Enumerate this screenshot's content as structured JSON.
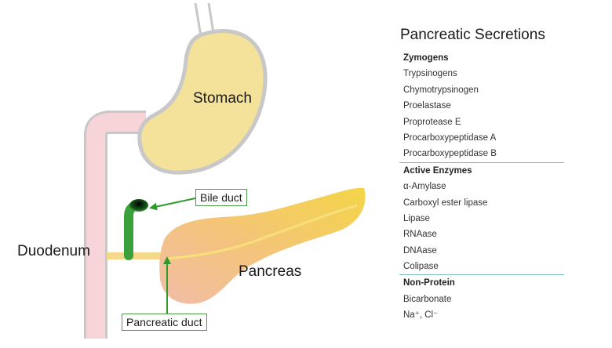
{
  "labels": {
    "stomach": "Stomach",
    "duodenum": "Duodenum",
    "pancreas": "Pancreas",
    "bile_duct": "Bile duct",
    "pancreatic_duct": "Pancreatic duct"
  },
  "secretions": {
    "title": "Pancreatic Secretions",
    "groups": [
      {
        "header": "Zymogens",
        "items": [
          "Trypsinogens",
          "Chymotrypsinogen",
          "Proelastase",
          "Proprotease E",
          "Procarboxypeptidase A",
          "Procarboxypeptidase B"
        ]
      },
      {
        "header": "Active Enzymes",
        "items": [
          "α-Amylase",
          "Carboxyl ester lipase",
          "Lipase",
          "RNAase",
          "DNAase",
          "Colipase"
        ]
      },
      {
        "header": "Non-Protein",
        "items": [
          "Bicarbonate",
          "Na⁺, Cl⁻"
        ]
      }
    ]
  },
  "colors": {
    "stomach_fill": "#f5e29a",
    "organ_outline": "#c8c8c8",
    "duodenum_fill": "#f6d4d8",
    "pancreas_gradient": [
      "#f3c0a8",
      "#f3d24a"
    ],
    "duct_yellow": "#f4d98a",
    "bile_green": "#3aa03a",
    "arrow_green": "#2e9a2e",
    "divider_teal": "#7bbfb6"
  }
}
